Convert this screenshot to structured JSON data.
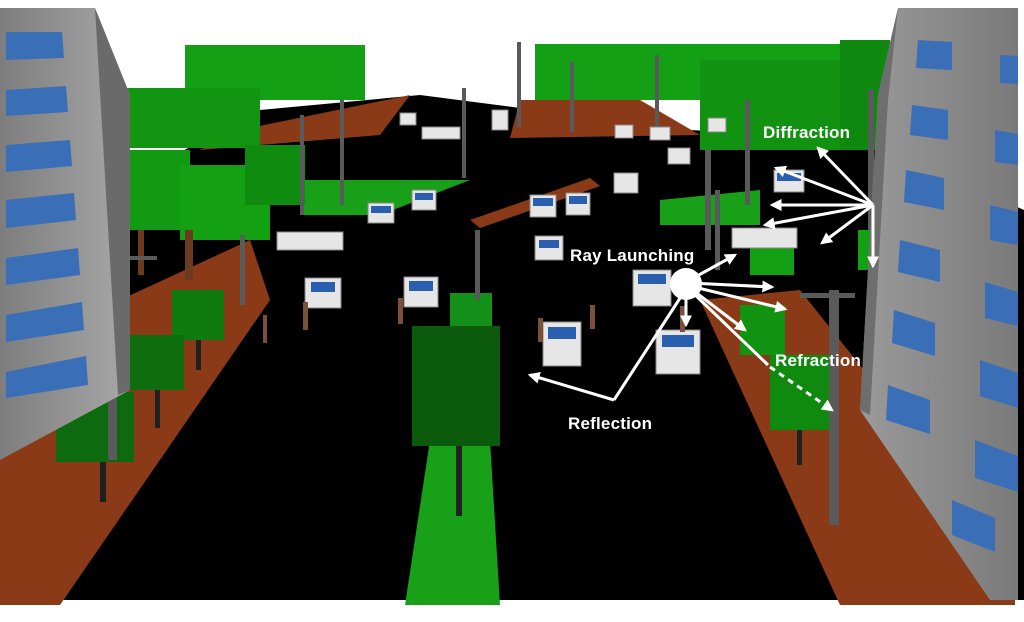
{
  "labels": {
    "ray_launching": "Ray Launching",
    "diffraction": "Diffraction",
    "refraction": "Refraction",
    "reflection": "Reflection"
  },
  "colors": {
    "background": "#ffffff",
    "road": "#000000",
    "sidewalk": "#8b3a17",
    "foliage": "#149a14",
    "foliage_dark": "#0c5a0c",
    "building": "#8c8c8c",
    "window": "#3a6fb8",
    "ray": "#ffffff"
  }
}
